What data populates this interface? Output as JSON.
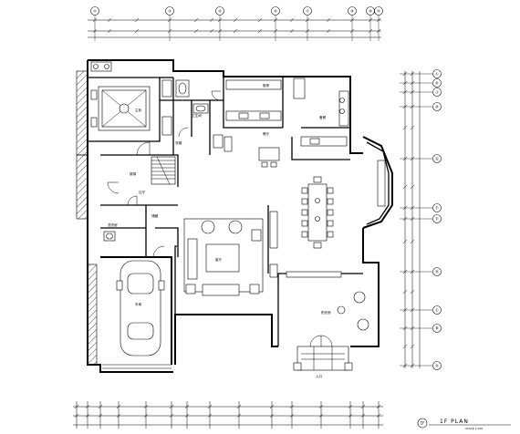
{
  "grid_top": [
    "①",
    "③",
    "④",
    "⑥",
    "⑦",
    "⑨",
    "⑩",
    "⑪"
  ],
  "grid_right": [
    "Ⓛ",
    "Ⓚ",
    "Ⓙ",
    "Ⓗ",
    "Ⓖ",
    "Ⓕ",
    "Ⓔ",
    "Ⓓ",
    "Ⓒ",
    "Ⓑ",
    "Ⓐ"
  ],
  "rooms": {
    "bedroom": "主卧",
    "bath": "卫生间",
    "closet": "衣帽",
    "kitchen": "厨房",
    "pantry": "备餐",
    "dining": "餐厅",
    "stair": "楼梯",
    "hall": "过厅",
    "laundry": "洗衣房",
    "storage": "储藏",
    "living": "客厅",
    "garage": "车库",
    "sunroom": "阳光房",
    "entry": "入口"
  },
  "title": {
    "number": "1F",
    "text": "1F   PLAN",
    "scale": "SCALE 1:100"
  },
  "colors": {
    "line": "#000000",
    "background": "#ffffff"
  }
}
